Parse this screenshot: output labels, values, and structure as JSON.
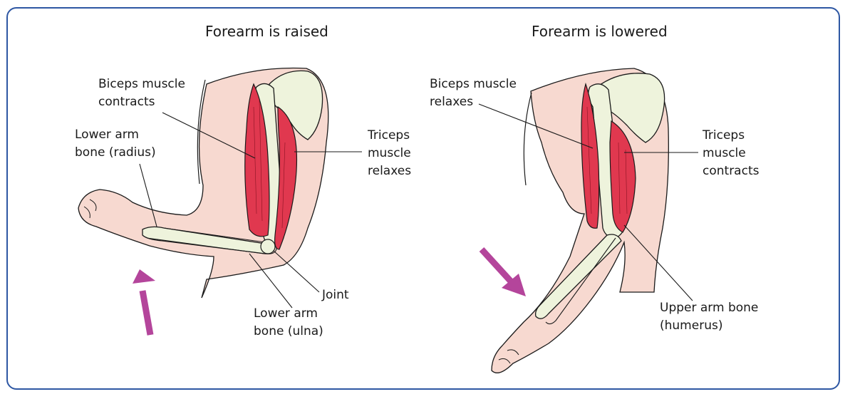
{
  "colors": {
    "frame": "#2e57a3",
    "skin": "#f7d9d0",
    "bone": "#eef3dc",
    "muscle": "#e0384f",
    "arrow": "#b4459b",
    "outline": "#1a1a1a"
  },
  "left_panel": {
    "title": "Forearm is raised",
    "labels": {
      "biceps": "Biceps muscle\ncontracts",
      "radius": "Lower arm\nbone (radius)",
      "triceps": "Triceps\nmuscle\nrelaxes",
      "joint": "Joint",
      "ulna": "Lower arm\nbone (ulna)"
    },
    "arrow_icon": "arrow-up-icon"
  },
  "right_panel": {
    "title": "Forearm is lowered",
    "labels": {
      "biceps": "Biceps muscle\nrelaxes",
      "triceps": "Triceps\nmuscle\ncontracts",
      "humerus": "Upper arm bone\n(humerus)"
    },
    "arrow_icon": "arrow-down-right-icon"
  }
}
